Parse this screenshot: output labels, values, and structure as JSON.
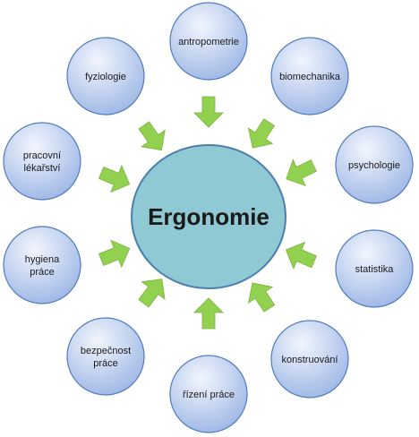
{
  "center": {
    "label": "Ergonomie"
  },
  "colors": {
    "center_fill": "#8ec9d4",
    "center_stroke": "#4d7fae",
    "node_fill_light": "#f2f6fd",
    "node_fill_dark": "#9db6e5",
    "node_stroke": "#4f7bbd",
    "arrow_fill": "#92d050",
    "arrow_stroke": "#7ab33c"
  },
  "nodes": [
    {
      "id": "antropometrie",
      "lines": [
        "antropometrie"
      ]
    },
    {
      "id": "biomechanika",
      "lines": [
        "biomechanika"
      ]
    },
    {
      "id": "psychologie",
      "lines": [
        "psychologie"
      ]
    },
    {
      "id": "statistika",
      "lines": [
        "statistika"
      ]
    },
    {
      "id": "konstruovani",
      "lines": [
        "konstruování"
      ]
    },
    {
      "id": "rizeni-prace",
      "lines": [
        "řízení práce"
      ]
    },
    {
      "id": "bezpecnost-prace",
      "lines": [
        "bezpečnost",
        "práce"
      ]
    },
    {
      "id": "hygiena-prace",
      "lines": [
        "hygiena",
        "práce"
      ]
    },
    {
      "id": "pracovni-lekarstvi",
      "lines": [
        "pracovní",
        "lékařství"
      ]
    },
    {
      "id": "fyziologie",
      "lines": [
        "fyziologie"
      ]
    }
  ]
}
